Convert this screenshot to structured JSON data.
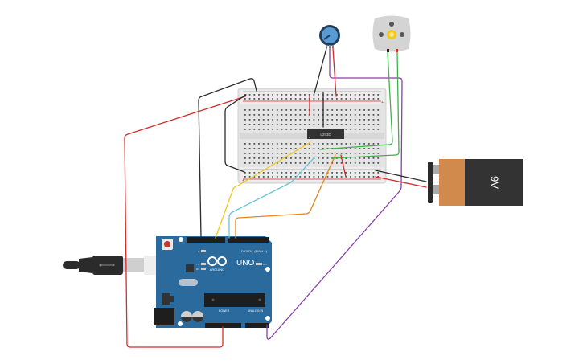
{
  "diagram": {
    "title": "Arduino DC motor speed control circuit",
    "components": {
      "arduino": {
        "name": "Arduino Uno",
        "brand_label": "ARDUINO",
        "model_label": "UNO",
        "digital_label": "DIGITAL (PWM ~)",
        "power_label": "POWER",
        "analog_label": "ANALOG IN",
        "tx_label": "TX",
        "rx_label": "RX",
        "l_label": "L",
        "on_label": "ON"
      },
      "usb_cable": {
        "name": "USB cable"
      },
      "breadboard": {
        "name": "Breadboard",
        "rail_plus": "+",
        "rail_minus": "-"
      },
      "chip": {
        "name": "Motor driver IC",
        "label": "L293D"
      },
      "potentiometer": {
        "name": "Potentiometer"
      },
      "motor": {
        "name": "DC Motor"
      },
      "battery": {
        "name": "9V Battery",
        "label": "9V"
      }
    },
    "wire_colors": {
      "red": "#d42a2a",
      "black": "#2b2b2b",
      "yellow": "#f2c81a",
      "cyan": "#6cc4d8",
      "orange": "#e8851c",
      "green": "#3cb24a",
      "purple": "#8a3fa8"
    },
    "colors": {
      "arduino_board": "#2b6a9c",
      "breadboard": "#e6e6e6",
      "chip": "#333333",
      "battery_body": "#333333",
      "battery_band": "#d18a4c",
      "motor": "#d4d4d4",
      "pot_knob": "#5b9bd5"
    }
  }
}
